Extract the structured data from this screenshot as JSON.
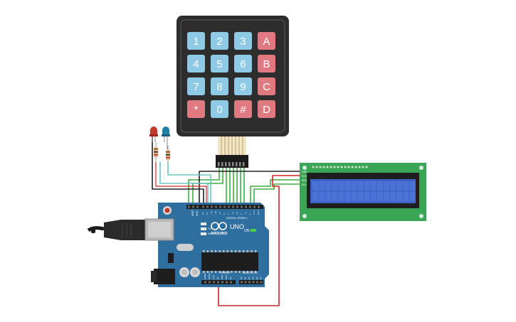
{
  "keypad": {
    "keys": [
      {
        "label": "1",
        "type": "num"
      },
      {
        "label": "2",
        "type": "num"
      },
      {
        "label": "3",
        "type": "num"
      },
      {
        "label": "A",
        "type": "fn"
      },
      {
        "label": "4",
        "type": "num"
      },
      {
        "label": "5",
        "type": "num"
      },
      {
        "label": "6",
        "type": "num"
      },
      {
        "label": "B",
        "type": "fn"
      },
      {
        "label": "7",
        "type": "num"
      },
      {
        "label": "8",
        "type": "num"
      },
      {
        "label": "9",
        "type": "num"
      },
      {
        "label": "C",
        "type": "fn"
      },
      {
        "label": "*",
        "type": "fn"
      },
      {
        "label": "0",
        "type": "num"
      },
      {
        "label": "#",
        "type": "fn"
      },
      {
        "label": "D",
        "type": "fn"
      }
    ]
  },
  "lcd": {
    "pin_labels": [
      "GND",
      "VCC",
      "SDA",
      "SCL"
    ]
  },
  "arduino": {
    "brand": "ARDUINO",
    "model": "UNO",
    "header_digital": "DIGITAL (PWM~)",
    "header_power": "POWER",
    "header_analog": "ANALOG IN",
    "on_label": "ON",
    "led_tx": "TX",
    "led_rx": "RX",
    "pin_aref": "AREF",
    "pin_gnd": "GND",
    "digital_pins": [
      "13",
      "12",
      "~11",
      "~10",
      "~9",
      "8",
      "7",
      "~6",
      "~5",
      "4",
      "~3",
      "2",
      "TX 1",
      "RX 0"
    ],
    "power_pins": [
      "IOREF",
      "RESET",
      "3.3V",
      "5V",
      "GND",
      "GND",
      "Vin"
    ],
    "analog_pins": [
      "A0",
      "A1",
      "A2",
      "A3",
      "A4",
      "A5"
    ]
  },
  "colors": {
    "key_num": "#8ecae6",
    "key_fn": "#e07a80",
    "keypad_body": "#2d2d2d",
    "board": "#2f6f9f",
    "lcd_pcb": "#3aa655",
    "lcd_screen": "#3f64c8",
    "wire_green": "#3cb043",
    "wire_red": "#d32424",
    "wire_black": "#222222",
    "wire_teal": "#6cc6c6"
  }
}
